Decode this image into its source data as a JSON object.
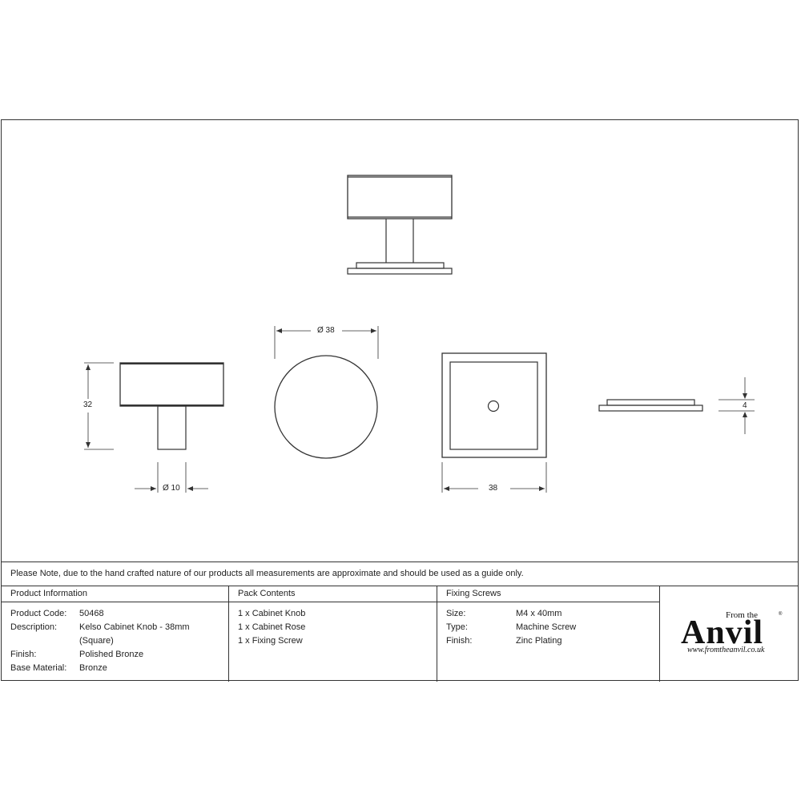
{
  "drawing": {
    "dimensions": {
      "knob_height": "32",
      "spindle_diameter": "Ø 10",
      "knob_diameter": "Ø 38",
      "rose_width": "38",
      "rose_thickness": "4"
    },
    "views": [
      "front-elevation-top",
      "side-elevation",
      "plan-circle",
      "rose-plan-square",
      "rose-side"
    ]
  },
  "note": "Please Note, due to the hand crafted nature of our products all measurements are approximate and should be used as a guide only.",
  "product_information": {
    "header": "Product Information",
    "rows": [
      {
        "label": "Product Code:",
        "value": "50468"
      },
      {
        "label": "Description:",
        "value": "Kelso Cabinet Knob - 38mm"
      },
      {
        "label": "",
        "value": "(Square)"
      },
      {
        "label": "Finish:",
        "value": "Polished Bronze"
      },
      {
        "label": "Base Material:",
        "value": "Bronze"
      }
    ]
  },
  "pack_contents": {
    "header": "Pack Contents",
    "items": [
      "1 x Cabinet Knob",
      "1 x Cabinet Rose",
      "1 x Fixing Screw"
    ]
  },
  "fixing_screws": {
    "header": "Fixing Screws",
    "rows": [
      {
        "label": "Size:",
        "value": "M4 x 40mm"
      },
      {
        "label": "Type:",
        "value": "Machine Screw"
      },
      {
        "label": "Finish:",
        "value": "Zinc Plating"
      }
    ]
  },
  "logo": {
    "from_the": "From the",
    "brand": "Anvil",
    "registered": "®",
    "url": "www.fromtheanvil.co.uk"
  }
}
